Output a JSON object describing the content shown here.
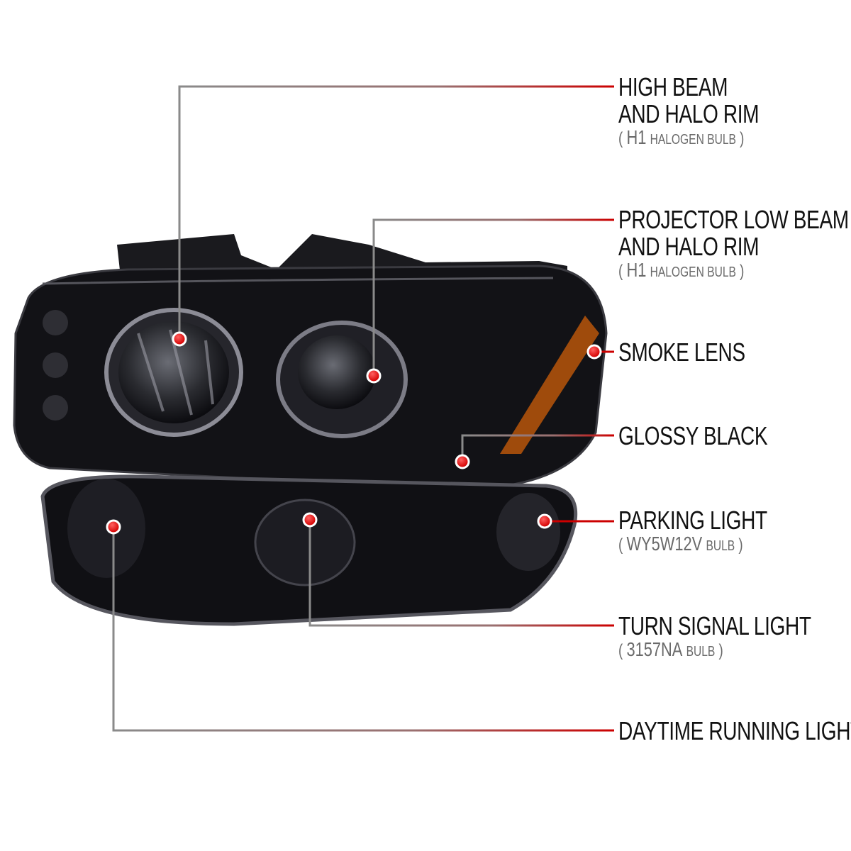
{
  "callouts": [
    {
      "title_lines": [
        "HIGH BEAM",
        "AND HALO RIM"
      ],
      "bulb_code": "H1",
      "bulb_text": "HALOGEN BULB"
    },
    {
      "title_lines": [
        "PROJECTOR  LOW BEAM",
        "AND HALO RIM"
      ],
      "bulb_code": "H1",
      "bulb_text": "HALOGEN BULB"
    },
    {
      "title_lines": [
        "SMOKE LENS"
      ]
    },
    {
      "title_lines": [
        "GLOSSY BLACK"
      ]
    },
    {
      "title_lines": [
        "PARKING LIGHT"
      ],
      "bulb_code": "WY5W12V",
      "bulb_text": "BULB"
    },
    {
      "title_lines": [
        "TURN SIGNAL LIGHT"
      ],
      "bulb_code": "3157NA",
      "bulb_text": "BULB"
    },
    {
      "title_lines": [
        "DAYTIME RUNNING LIGHT"
      ]
    }
  ],
  "paren_open": "(",
  "paren_close": ")",
  "colors": {
    "accent_red": "#cc0000",
    "leader_gray": "#888888",
    "housing": "#141418",
    "amber": "#c0600a"
  }
}
